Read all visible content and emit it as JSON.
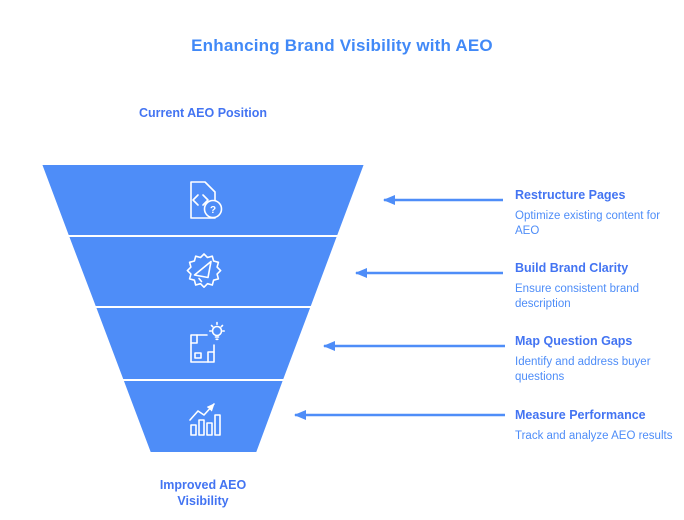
{
  "title": "Enhancing Brand Visibility with AEO",
  "funnel": {
    "top_label": "Current AEO Position",
    "bottom_label": "Improved AEO Visibility",
    "stages": [
      {
        "icon": "code-file-question-icon",
        "title": "Restructure Pages",
        "description": "Optimize existing content for AEO"
      },
      {
        "icon": "badge-megaphone-icon",
        "title": "Build Brand Clarity",
        "description": "Ensure consistent brand description"
      },
      {
        "icon": "map-lightbulb-icon",
        "title": "Map Question Gaps",
        "description": "Identify and address buyer questions"
      },
      {
        "icon": "bar-chart-growth-icon",
        "title": "Measure Performance",
        "description": "Track and analyze AEO results"
      }
    ]
  },
  "icon_question_mark": "?",
  "colors": {
    "accent": "#4e8df8",
    "accent_dark": "#4374f2",
    "heading": "#4189f7",
    "background": "#ffffff",
    "icon_stroke": "#ffffff"
  }
}
